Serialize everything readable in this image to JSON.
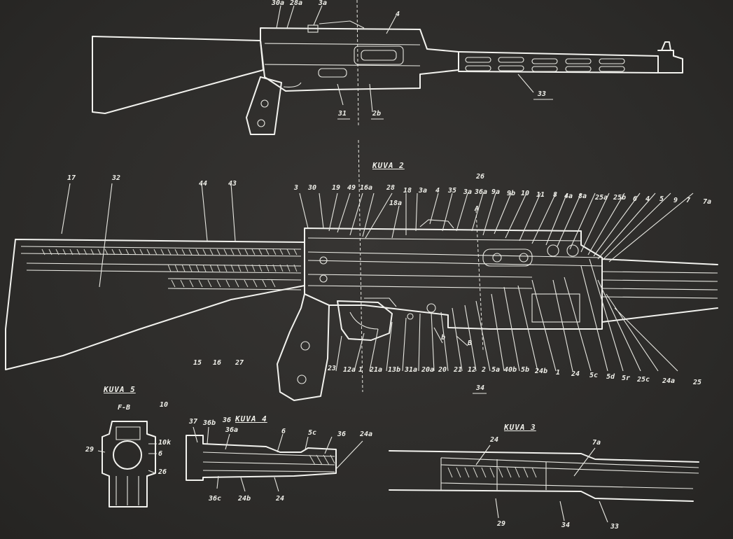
{
  "titles": {
    "kuva2": "KUVA 2",
    "kuva3": "KUVA 3",
    "kuva4": "KUVA 4",
    "kuva5": "KUVA 5",
    "section": "F-B"
  },
  "labels": {
    "fig1": [
      "30a",
      "28a",
      "3a",
      "4",
      "31",
      "2b",
      "33"
    ],
    "fig2_top": [
      "17",
      "32",
      "44",
      "43",
      "3",
      "30",
      "19",
      "49",
      "16a",
      "28",
      "18a",
      "18",
      "3a",
      "4",
      "35",
      "3a",
      "36a",
      "26",
      "9a",
      "9b",
      "10",
      "11",
      "8",
      "4a",
      "8a",
      "25a",
      "25b",
      "6",
      "4",
      "5",
      "9",
      "7",
      "7a",
      "A"
    ],
    "fig2_bottom": [
      "15",
      "16",
      "27",
      "23",
      "12a",
      "1",
      "21a",
      "13b",
      "31a",
      "20a",
      "20",
      "21",
      "12",
      "2",
      "5a",
      "40b",
      "5b",
      "24b",
      "1",
      "24",
      "5c",
      "5d",
      "5r",
      "25c",
      "24a",
      "25",
      "34",
      "b",
      "B"
    ],
    "fig3": [
      "24",
      "7a",
      "29",
      "34",
      "33"
    ],
    "fig4": [
      "37",
      "36b",
      "36",
      "36a",
      "6",
      "5c",
      "36",
      "24a",
      "36c",
      "24b",
      "24"
    ],
    "fig5": [
      "10",
      "10k",
      "6",
      "29",
      "26"
    ]
  }
}
